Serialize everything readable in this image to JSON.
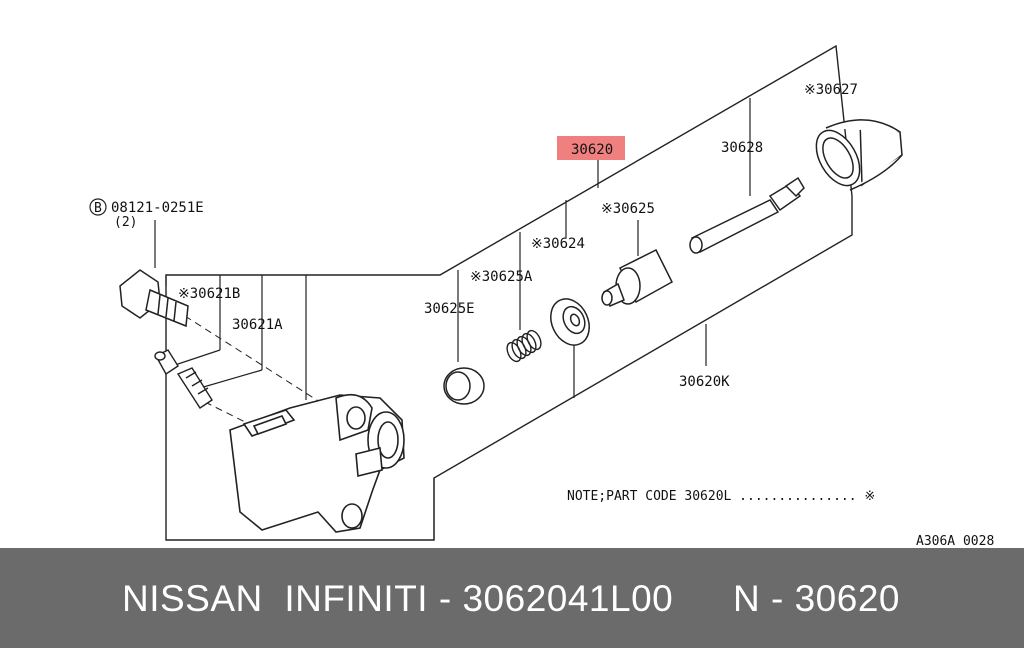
{
  "diagram": {
    "labels": {
      "p30627": "※30627",
      "p30628": "30628",
      "p30620": "30620",
      "p30625": "※30625",
      "p30624": "※30624",
      "p30625A": "※30625A",
      "p30625E": "30625E",
      "p30620K": "30620K",
      "p30621B": "※30621B",
      "p30621A": "30621A",
      "bolt_code": "08121-0251E",
      "bolt_circle": "B",
      "bolt_qty": "(2)"
    },
    "note": "NOTE;PART CODE 30620L ............... ※",
    "drawing_id": "A306A 0028",
    "highlight_color": "#f08080"
  },
  "footer": {
    "left_text": "NISSAN  INFINITI - 3062041L00",
    "right_text": "N - 30620",
    "background": "#6b6b6b"
  }
}
